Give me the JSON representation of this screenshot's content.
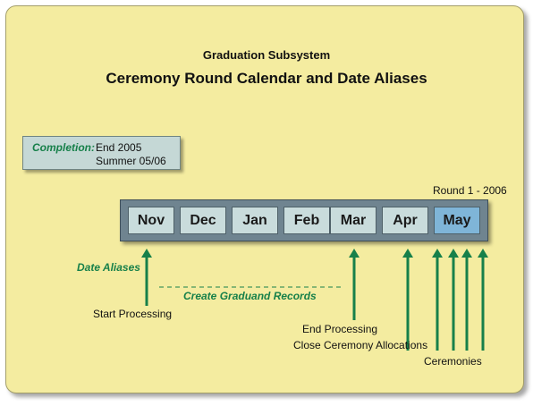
{
  "header": {
    "subtitle": "Graduation Subsystem",
    "title": "Ceremony Round Calendar and Date Aliases"
  },
  "completion": {
    "label": "Completion:",
    "lines": [
      "End 2005",
      "Summer 05/06"
    ]
  },
  "round_label": "Round 1 - 2006",
  "months": [
    "Nov",
    "Dec",
    "Jan",
    "Feb",
    "Mar",
    "Apr",
    "May"
  ],
  "highlighted_month": "May",
  "labels": {
    "date_aliases": "Date Aliases",
    "create_graduand_records": "Create Graduand Records",
    "start_processing": "Start Processing",
    "end_processing": "End Processing",
    "close_ceremony_allocations": "Close Ceremony Allocations",
    "ceremonies": "Ceremonies"
  },
  "colors": {
    "panel": "#f4eca0",
    "arrow": "#17804a",
    "month_box": "#c9dcdc",
    "month_highlight": "#7fb5d8",
    "strip": "#6f8490",
    "completion_box": "#c5d8d6"
  }
}
